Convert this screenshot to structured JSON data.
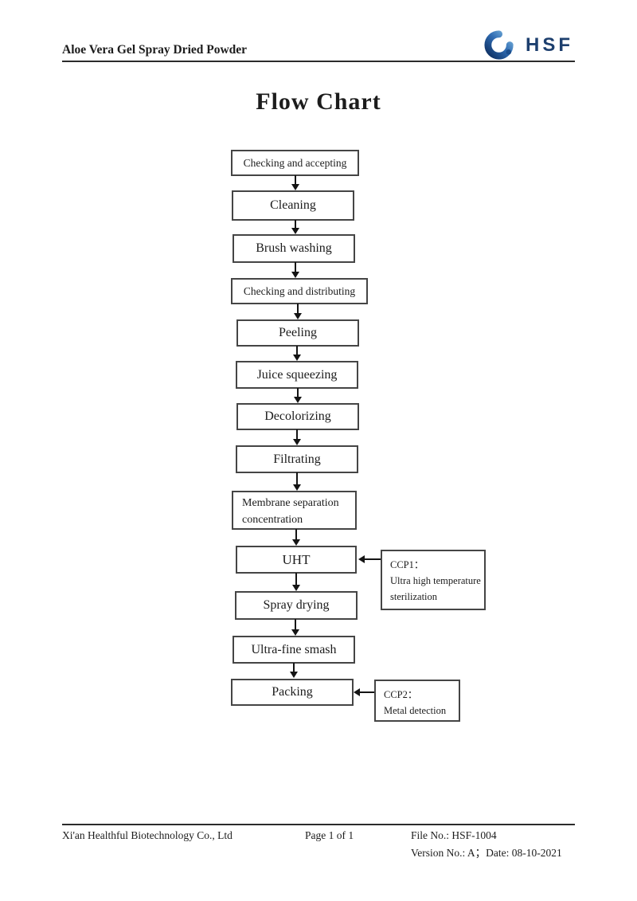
{
  "header": {
    "doc_title": "Aloe Vera Gel Spray Dried Powder",
    "logo_text": "HSF"
  },
  "title": "Flow Chart",
  "flowchart": {
    "steps": [
      {
        "label": "Checking and accepting"
      },
      {
        "label": "Cleaning"
      },
      {
        "label": "Brush washing"
      },
      {
        "label": "Checking and distributing"
      },
      {
        "label": "Peeling"
      },
      {
        "label": "Juice squeezing"
      },
      {
        "label": "Decolorizing"
      },
      {
        "label": "Filtrating"
      },
      {
        "label": "Membrane separation concentration"
      },
      {
        "label": "UHT"
      },
      {
        "label": "Spray drying"
      },
      {
        "label": "Ultra-fine smash"
      },
      {
        "label": "Packing"
      }
    ],
    "ccp_notes": [
      {
        "title": "CCP1：",
        "line1": "Ultra high temperature",
        "line2": "sterilization",
        "attached_to": "UHT"
      },
      {
        "title": "CCP2：",
        "line1": "Metal detection",
        "attached_to": "Packing"
      }
    ]
  },
  "footer": {
    "company": "Xi'an Healthful Biotechnology Co., Ltd",
    "page": "Page 1 of 1",
    "file_no": "File No.: HSF-1004",
    "version": "Version No.: A；Date: 08-10-2021"
  },
  "colors": {
    "box_border": "#454545",
    "arrow": "#141414",
    "logo_navy": "#1d3f6e",
    "logo_blue_light": "#7ab3dc",
    "logo_blue_dark": "#0e2f62",
    "text": "#1c1c1c"
  }
}
